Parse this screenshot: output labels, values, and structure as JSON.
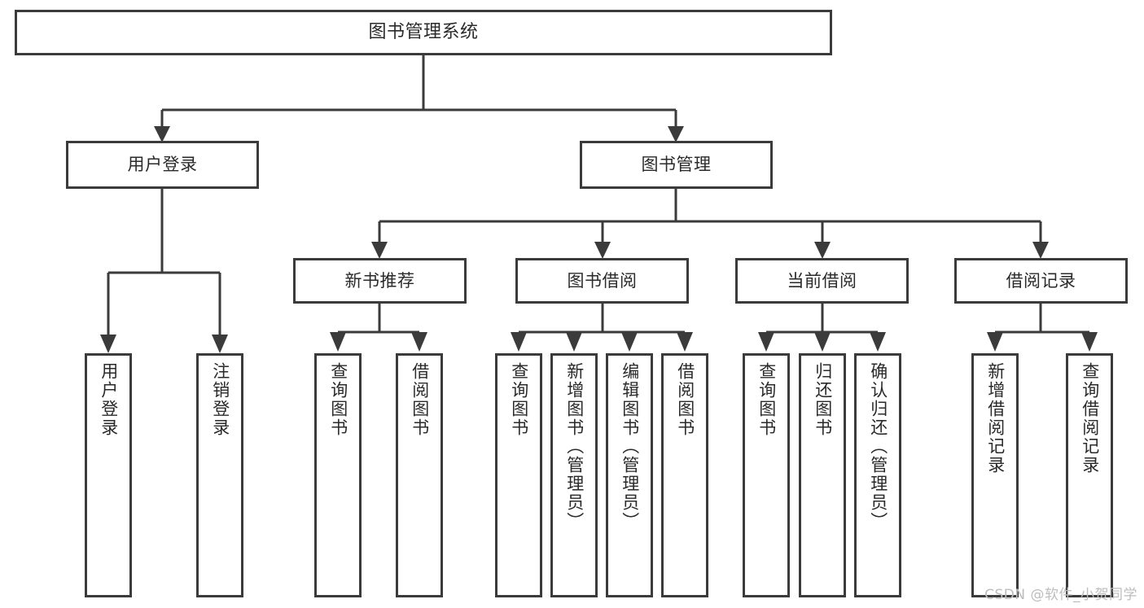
{
  "diagram": {
    "type": "tree",
    "title": "图书管理系统",
    "watermark": "CSDN @软件_小贺同学",
    "colors": {
      "stroke": "#3b3b3b",
      "fill": "#ffffff",
      "text": "#2a2a2a",
      "watermark": "#bdbdbd",
      "background": "#ffffff"
    }
  },
  "nodes": {
    "root": {
      "label": "图书管理系统"
    },
    "level1": [
      {
        "label": "用户登录"
      },
      {
        "label": "图书管理"
      }
    ],
    "level2": [
      {
        "label": "新书推荐"
      },
      {
        "label": "图书借阅"
      },
      {
        "label": "当前借阅"
      },
      {
        "label": "借阅记录"
      }
    ],
    "leaves": {
      "user_login": [
        {
          "label": "用户登录"
        },
        {
          "label": "注销登录"
        }
      ],
      "new_book_recommend": [
        {
          "label": "查询图书"
        },
        {
          "label": "借阅图书"
        }
      ],
      "book_borrow": [
        {
          "label": "查询图书"
        },
        {
          "label": "新增图书（管理员）"
        },
        {
          "label": "编辑图书（管理员）"
        },
        {
          "label": "借阅图书"
        }
      ],
      "current_borrow": [
        {
          "label": "查询图书"
        },
        {
          "label": "归还图书"
        },
        {
          "label": "确认归还（管理员）"
        }
      ],
      "borrow_record": [
        {
          "label": "新增借阅记录"
        },
        {
          "label": "查询借阅记录"
        }
      ]
    }
  }
}
